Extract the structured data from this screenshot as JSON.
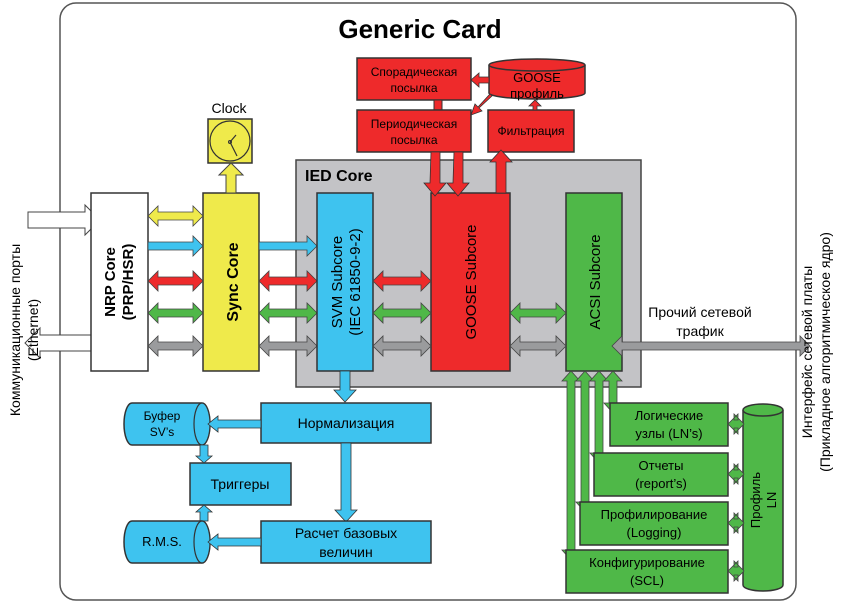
{
  "title": "Generic Card",
  "colors": {
    "yellow": "#EFEA4B",
    "blue": "#3EC3EF",
    "red": "#EE2A2B",
    "green": "#4FB848",
    "gray": "#C3C3C6",
    "arrow_gray": "#9A9B9D",
    "white": "#FFFFFF"
  },
  "left_label": {
    "line1": "Коммуникационные порты",
    "line2": "(Ethernet)"
  },
  "right_label": {
    "line1": "Интерфейс сетевой платы",
    "line2": "(Прикладное алгоритмическое ядро)"
  },
  "clock": {
    "label": "Clock"
  },
  "nrp_core": {
    "line1": "NRP Core",
    "line2": "(PRP/HSR)"
  },
  "sync_core": {
    "label": "Sync Core"
  },
  "ied_core": {
    "label": "IED Core"
  },
  "svm_subcore": {
    "line1": "SVM Subcore",
    "line2": "(IEC 61850-9-2)"
  },
  "goose_subcore": {
    "label": "GOOSE Subcore"
  },
  "acsi_subcore": {
    "label": "ACSI Subcore"
  },
  "goose_blocks": {
    "sporadic": {
      "line1": "Спорадическая",
      "line2": "посылка"
    },
    "periodic": {
      "line1": "Периодическая",
      "line2": "посылка"
    },
    "profile": {
      "line1": "GOOSE",
      "line2": "профиль"
    },
    "filter": {
      "label": "Фильтрация"
    }
  },
  "other_traffic": {
    "line1": "Прочий сетевой",
    "line2": "трафик"
  },
  "sv_blocks": {
    "buffer": {
      "line1": "Буфер",
      "line2": "SV’s"
    },
    "normalization": {
      "label": "Нормализация"
    },
    "triggers": {
      "label": "Триггеры"
    },
    "rms": {
      "label": "R.M.S."
    },
    "base_calc": {
      "line1": "Расчет базовых",
      "line2": "величин"
    }
  },
  "acsi_blocks": {
    "logical_nodes": {
      "line1": "Логические",
      "line2": "узлы (LN’s)"
    },
    "reports": {
      "line1": "Отчеты",
      "line2": "(report’s)"
    },
    "logging": {
      "line1": "Профилирование",
      "line2": "(Logging)"
    },
    "config": {
      "line1": "Конфигурирование",
      "line2": "(SCL)"
    },
    "ln_profile": {
      "line1": "Профиль",
      "line2": "LN"
    }
  }
}
